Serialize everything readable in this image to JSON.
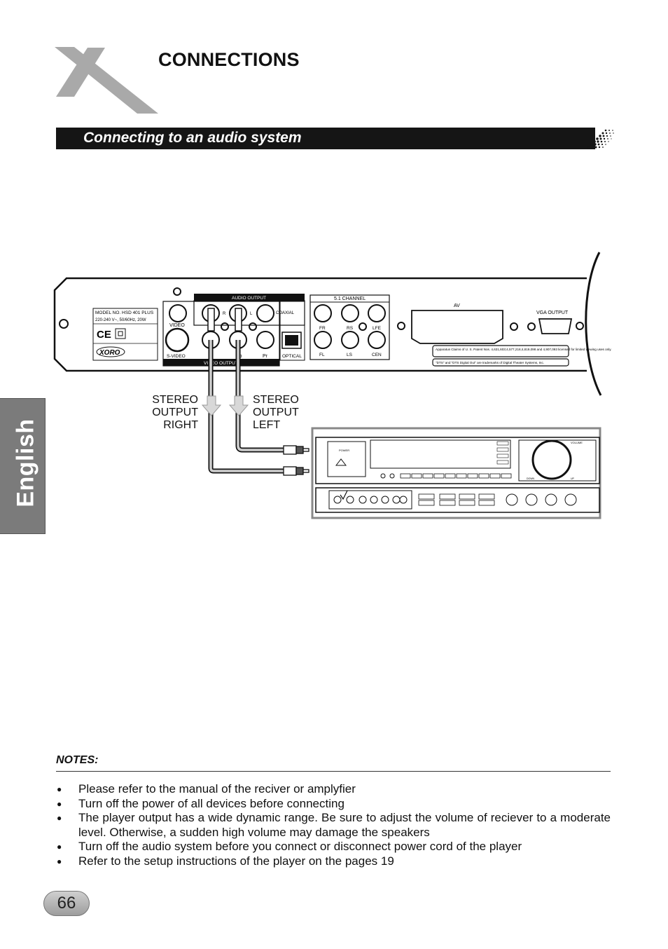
{
  "header": {
    "title": "CONNECTIONS",
    "section_title": "Connecting to an audio system"
  },
  "side_tab": {
    "label": "English"
  },
  "diagram": {
    "player": {
      "model_line1": "MODEL NO. HSD 401 PLUS",
      "model_line2": "220-240  V~, 50/60Hz, 20W",
      "brand": "XORO",
      "audio_output": "AUDIO OUTPUT",
      "video_output": "VIDEO OUTPUT",
      "channel_header": "5.1 CHANNEL",
      "coaxial": "COAXIAL",
      "optical": "OPTICAL",
      "video": "VIDEO",
      "s_video": "S-VIDEO",
      "r": "R",
      "l": "L",
      "pb": "Pb",
      "pr": "Pr",
      "fr": "FR",
      "rs": "RS",
      "lfe": "LFE",
      "fl": "FL",
      "ls": "LS",
      "cen": "CEN",
      "av": "AV",
      "vga": "VGA OUTPUT",
      "patent_text": "Apparatus Claims of U. S. Patent Nos. 4,631,603;4,577,216;4,819,098 and 4,907,093 licensed for limited viewing uses only.",
      "dts_text": "\"DTS\" and \"DTS Digital Out\" are trademarks of Digital Theater Systems, Inc."
    },
    "receiver": {
      "power": "POWER",
      "volume": "VOLUME",
      "down": "DOWN",
      "up": "UP"
    },
    "label_right": [
      "STEREO",
      "OUTPUT",
      "RIGHT"
    ],
    "label_left": [
      "STEREO",
      "OUTPUT",
      "LEFT"
    ]
  },
  "notes": {
    "heading": "NOTES:",
    "items": [
      "Please refer to the manual of the reciver or amplyfier",
      "Turn off the power of all devices before connecting",
      "The player output has a wide dynamic range.   Be sure to adjust the volume of reciever to a moderate level. Otherwise, a sudden high volume may damage the speakers",
      "Turn off the audio system before you connect or disconnect power cord of the player",
      "Refer to the setup instructions of the player on the pages 19"
    ]
  },
  "footer": {
    "page_number": "66"
  }
}
